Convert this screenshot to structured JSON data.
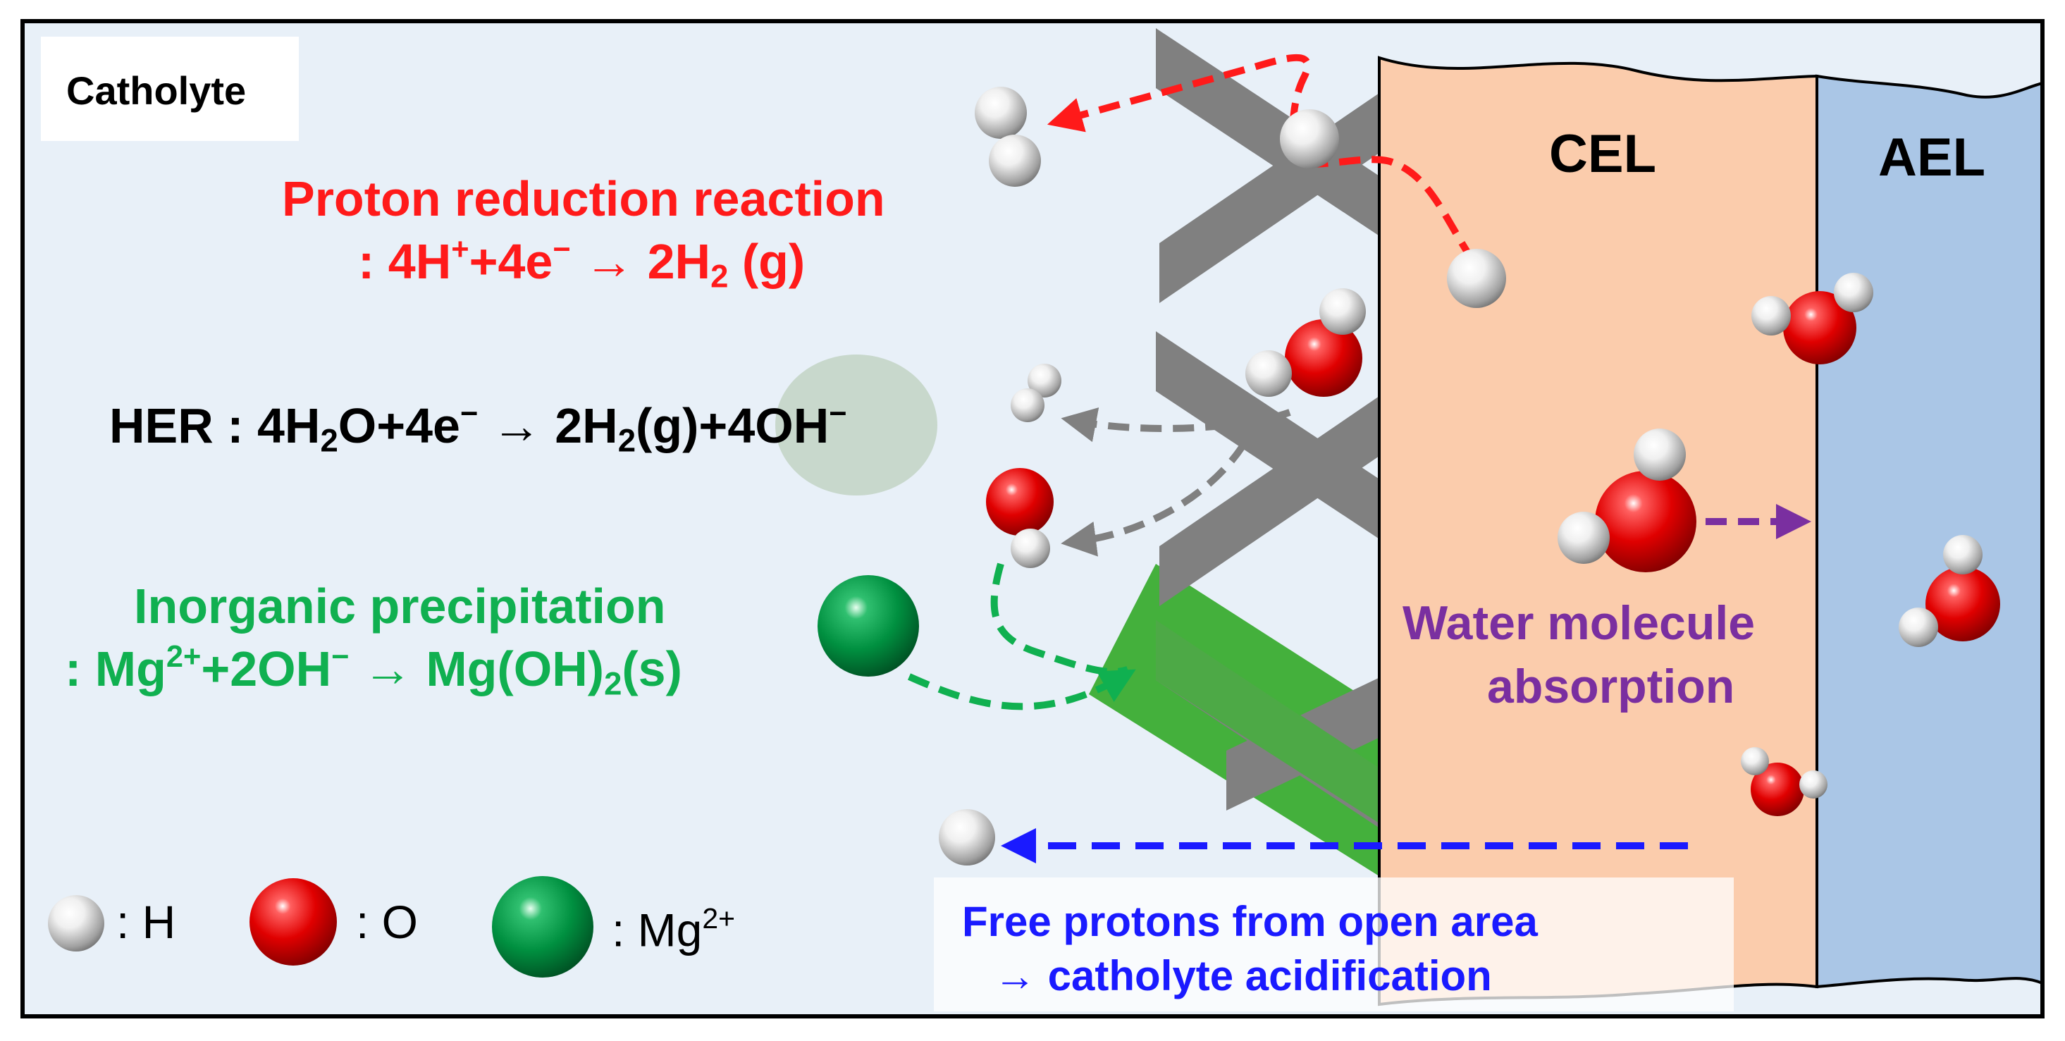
{
  "title": "Catholyte",
  "membranes": {
    "cel": "CEL",
    "ael": "AEL"
  },
  "proton_reduction": {
    "title": "Proton reduction reaction",
    "eq_prefix": ": 4H",
    "eq_sup1": "+",
    "eq_mid": "+4e",
    "eq_sup2": "−",
    "eq_arrow": " → 2H",
    "eq_sub": "2",
    "eq_end": " (g)"
  },
  "her": {
    "label": "HER : 4H",
    "sub1": "2",
    "part2": "O+4e",
    "sup1": "−",
    "part3": " → 2H",
    "sub2": "2",
    "part4": "(g)+",
    "highlight": "4OH",
    "sup2": "−"
  },
  "precipitation": {
    "title": "Inorganic precipitation",
    "eq_prefix": ": Mg",
    "eq_sup1": "2+",
    "eq_mid": "+2OH",
    "eq_sup2": "−",
    "eq_arrow": " → Mg(OH)",
    "eq_sub": "2",
    "eq_end": "(s)"
  },
  "water_absorption": {
    "line1": "Water molecule",
    "line2": "absorption"
  },
  "free_protons": {
    "line1": "Free protons from open area",
    "line2": "→ catholyte acidification"
  },
  "legend": {
    "h_label": ": H",
    "o_label": ": O",
    "mg_label": ": Mg",
    "mg_sup": "2+"
  },
  "colors": {
    "background": "#e8f0f8",
    "cel": "#fbccac",
    "ael": "#aac6e6",
    "mesh": "#808080",
    "mesh_precipitate": "#44b03c",
    "proton_reduction": "#ff1a1a",
    "precipitation": "#10b050",
    "water_absorption": "#7a2fa0",
    "free_protons": "#1a1aff",
    "her_highlight": "#c8d8cc"
  }
}
